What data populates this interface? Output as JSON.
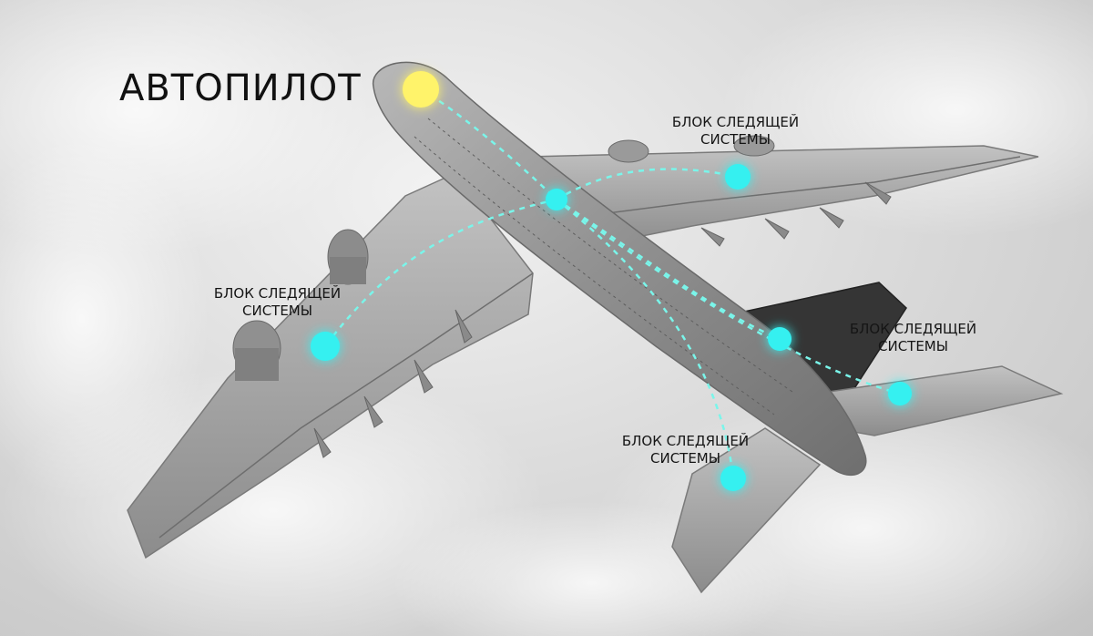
{
  "colors": {
    "autopilot_node": "#fff36a",
    "servo_node": "#35f0f0",
    "link_line": "#7af5ea",
    "aircraft": "#9a9a9a",
    "tail": "#3a3a3a"
  },
  "autopilot": {
    "label": "АВТОПИЛОТ"
  },
  "servo_units": [
    {
      "id": "right-wing",
      "line1": "БЛОК СЛЕДЯЩЕЙ",
      "line2": "СИСТЕМЫ"
    },
    {
      "id": "left-wing",
      "line1": "БЛОК СЛЕДЯЩЕЙ",
      "line2": "СИСТЕМЫ"
    },
    {
      "id": "tail",
      "line1": "БЛОК СЛЕДЯЩЕЙ",
      "line2": "СИСТЕМЫ"
    },
    {
      "id": "stabilizer",
      "line1": "БЛОК СЛЕДЯЩЕЙ",
      "line2": "СИСТЕМЫ"
    }
  ]
}
